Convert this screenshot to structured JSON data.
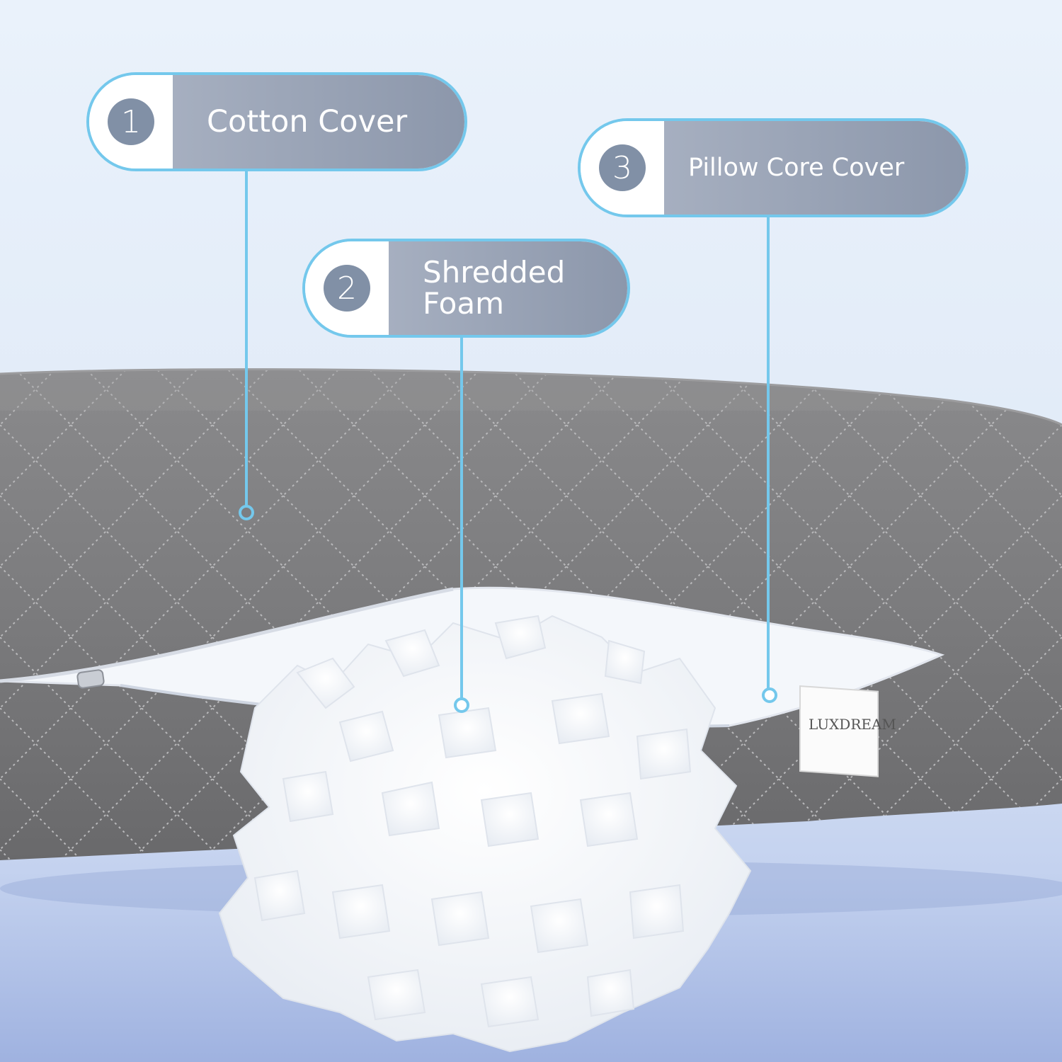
{
  "callouts": [
    {
      "number": "1",
      "label": "Cotton Cover"
    },
    {
      "number": "2",
      "label": "Shredded Foam"
    },
    {
      "number": "3",
      "label": "Pillow Core Cover"
    }
  ],
  "brand_tag": "LUXDREAM",
  "colors": {
    "background_top": "#e8f0fa",
    "background_bottom": "#9eb3e0",
    "pillow_gray": "#7a7a7c",
    "stitch": "#b8b8ba",
    "callout_border": "#74c8ec",
    "badge_fill": "#8190a6",
    "label_fill": "#97a1b4",
    "leader_line": "#74c8ec",
    "foam": "#ffffff"
  }
}
